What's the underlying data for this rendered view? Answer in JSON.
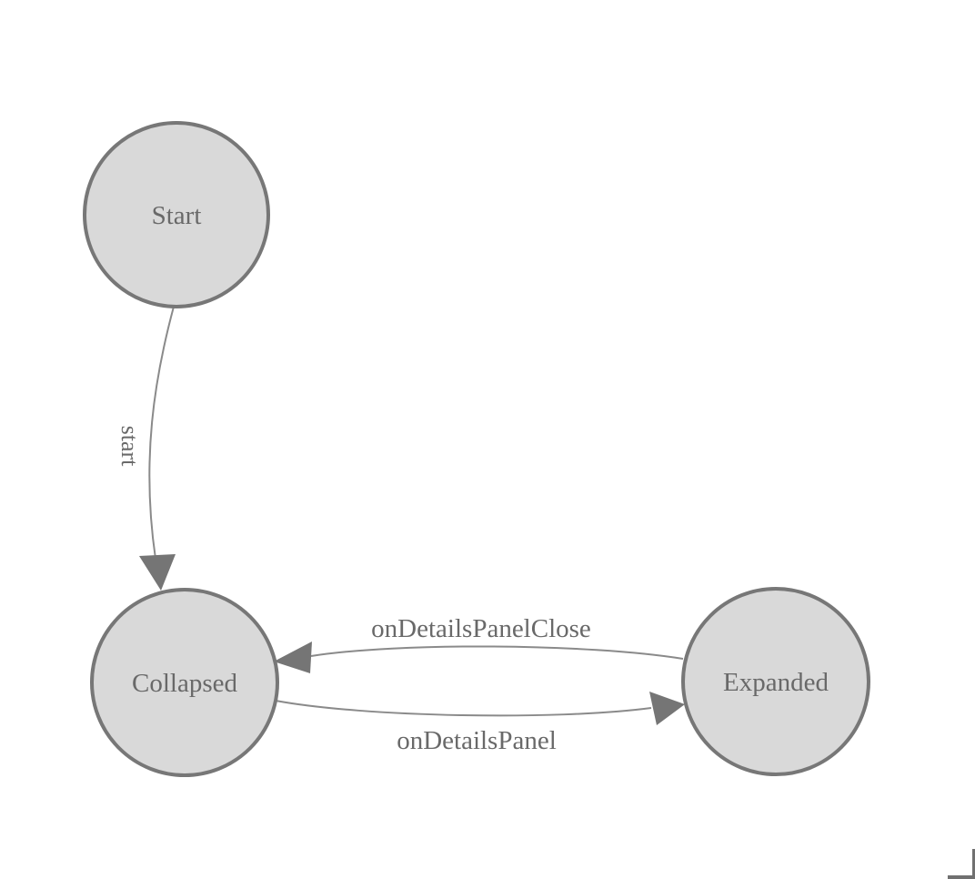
{
  "colors": {
    "background": "#ffffff",
    "node_fill": "#d9d9d9",
    "node_stroke": "#777777",
    "edge_color": "#8a8a8a",
    "arrow_fill": "#757575",
    "label_color": "#696969",
    "corner_color": "#707070"
  },
  "diagram": {
    "nodes": [
      {
        "id": "start",
        "label": "Start"
      },
      {
        "id": "collapsed",
        "label": "Collapsed"
      },
      {
        "id": "expanded",
        "label": "Expanded"
      }
    ],
    "edges": [
      {
        "from": "Start",
        "to": "Collapsed",
        "label": "start"
      },
      {
        "from": "Expanded",
        "to": "Collapsed",
        "label": "onDetailsPanelClose"
      },
      {
        "from": "Collapsed",
        "to": "Expanded",
        "label": "onDetailsPanel"
      }
    ]
  }
}
